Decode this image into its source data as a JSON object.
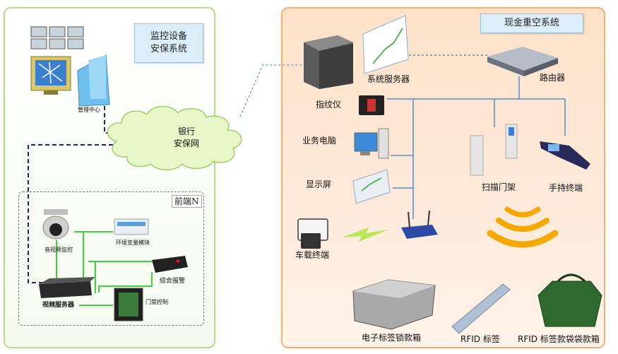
{
  "left_panel": {
    "title_line1": "监控设备",
    "title_line2": "安保系统",
    "management_center": "管理中心",
    "cloud_line1": "银行",
    "cloud_line2": "安保网",
    "frontend_title": "前端N",
    "av_monitor": "音视频监控",
    "env_module": "环境变量模块",
    "alarm": "综合报警",
    "video_server": "视频服务器",
    "access_control": "门禁控制"
  },
  "right_panel": {
    "title": "现金重空系统",
    "system_server": "系统服务器",
    "router": "路由器",
    "fingerprint": "指纹仪",
    "business_pc": "业务电脑",
    "display": "显示屏",
    "scan_gate": "扫描门架",
    "handheld": "手持终端",
    "vehicle_terminal": "车载终端",
    "rfid_lock_box": "电子标签锁款箱",
    "rfid_tag": "RFID 标签",
    "rfid_bag_box": "RFID 标签款袋袋款箱"
  },
  "colors": {
    "left_border": "#b5dc8c",
    "right_border": "#f0b27a",
    "network_line": "#3d7bd3",
    "dashed_link": "#1a237e",
    "green_link": "#3fd43f",
    "wireless": "#f5a800"
  }
}
